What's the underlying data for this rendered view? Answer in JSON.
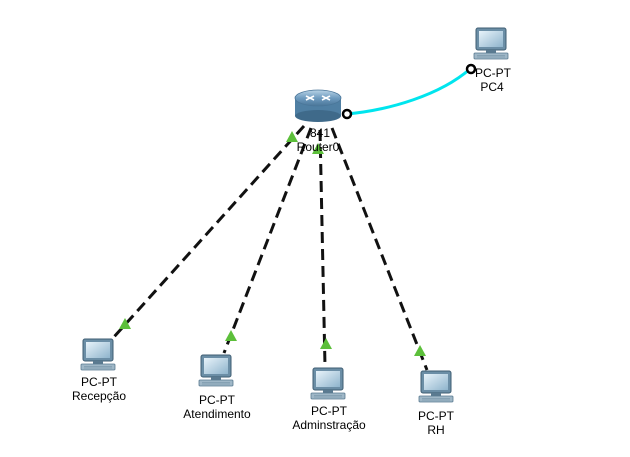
{
  "topology": {
    "router": {
      "model": "841",
      "name": "Router0"
    },
    "pcs": [
      {
        "type": "PC-PT",
        "name": "PC4",
        "link": "copper-crossover",
        "link_color": "#00e5ee"
      },
      {
        "type": "PC-PT",
        "name": "Recepção",
        "link": "serial-dashed",
        "link_color": "#000000"
      },
      {
        "type": "PC-PT",
        "name": "Atendimento",
        "link": "serial-dashed",
        "link_color": "#000000"
      },
      {
        "type": "PC-PT",
        "name": "Adminstração",
        "link": "serial-dashed",
        "link_color": "#000000"
      },
      {
        "type": "PC-PT",
        "name": "RH",
        "link": "serial-dashed",
        "link_color": "#000000"
      }
    ],
    "link_status_color": "#5cbf3a",
    "router_color": "#5e8fb1"
  }
}
